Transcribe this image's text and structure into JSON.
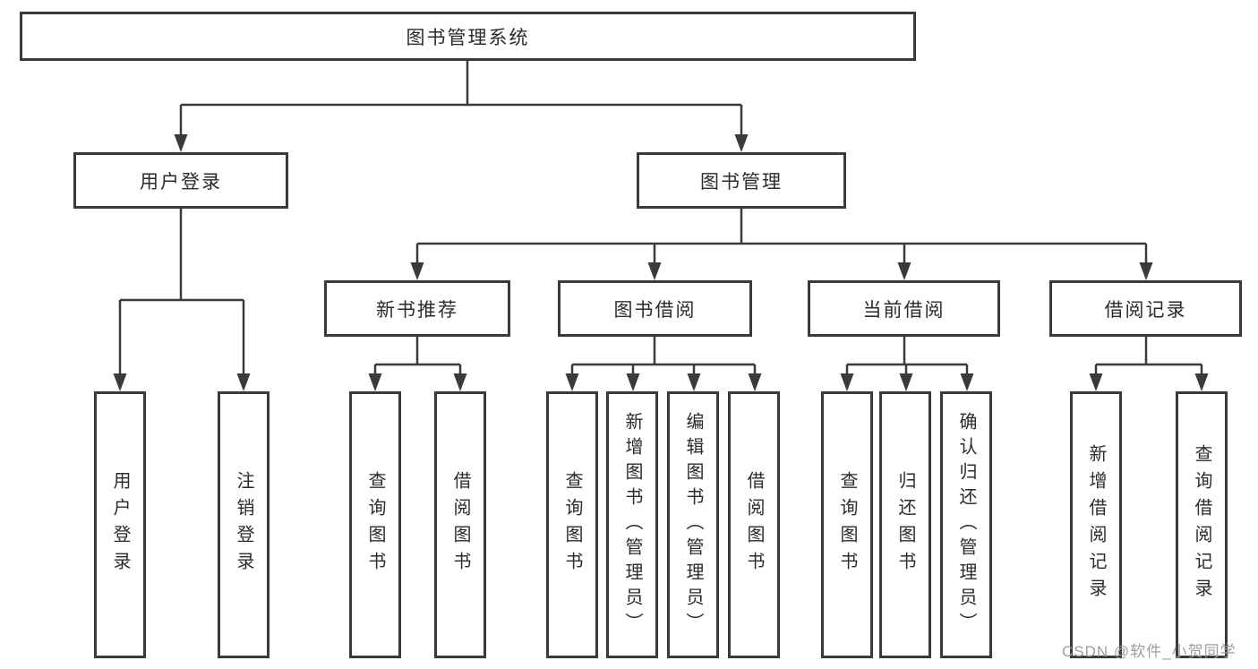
{
  "diagram": {
    "root": "图书管理系统",
    "branches": [
      {
        "label": "用户登录",
        "children": [
          "用户登录",
          "注销登录"
        ]
      },
      {
        "label": "图书管理",
        "modules": [
          {
            "label": "新书推荐",
            "children": [
              "查询图书",
              "借阅图书"
            ]
          },
          {
            "label": "图书借阅",
            "children": [
              "查询图书",
              "新增图书（管理员）",
              "编辑图书（管理员）",
              "借阅图书"
            ]
          },
          {
            "label": "当前借阅",
            "children": [
              "查询图书",
              "归还图书",
              "确认归还（管理员）"
            ]
          },
          {
            "label": "借阅记录",
            "children": [
              "新增借阅记录",
              "查询借阅记录"
            ]
          }
        ]
      }
    ]
  },
  "watermark": "CSDN @软件_小贺同学",
  "colors": {
    "line": "#3a3a3a",
    "text": "#2b2b2b",
    "watermark": "#9e9e9e",
    "background": "#ffffff"
  }
}
